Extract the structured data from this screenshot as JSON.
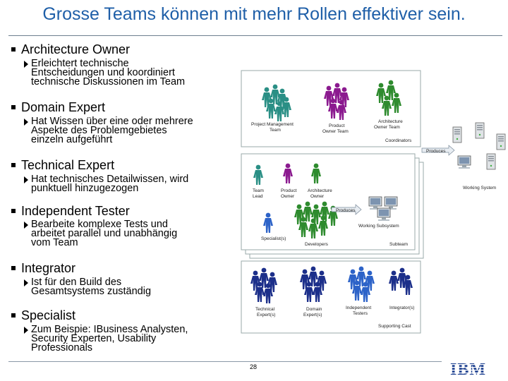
{
  "slide": {
    "title": "Grosse Teams können mit mehr Rollen effektiver sein.",
    "page_number": "28",
    "logo_text": "IBM"
  },
  "roles": [
    {
      "name": "Architecture Owner",
      "detail": "Erleichtert technische\nEntscheidungen und koordiniert\ntechnische Diskussionen im Team"
    },
    {
      "name": "Domain Expert",
      "detail": "Hat Wissen über eine oder mehrere\nAspekte des Problemgebietes\neinzeln aufgeführt"
    },
    {
      "name": "Technical Expert",
      "detail": "Hat technisches Detailwissen, wird\npunktuell hinzugezogen"
    },
    {
      "name": "Independent Tester",
      "detail": "Bearbeite komplexe Tests und\narbeitet parallel und unabhängig\nvom Team"
    },
    {
      "name": "Integrator",
      "detail": "Ist für den Build des\nGesamtsystems zuständig"
    },
    {
      "name": "Specialist",
      "detail": "Zum Beispie: IBusiness Analysten,\nSecurity Experten, Usability\nProfessionals"
    }
  ],
  "diagram": {
    "coordinators": {
      "groups": [
        "Project Management\nTeam",
        "Product\nOwner Team",
        "Architecture\nOwner Team"
      ],
      "box_label": "Coordinators"
    },
    "produces_top": "Produces",
    "working_system": "Working System",
    "subteam": {
      "members": [
        "Team\nLead",
        "Product\nOwner",
        "Architecture\nOwner"
      ],
      "specialists": "Specialist(s)",
      "developers": "Developers",
      "produces": "Produces",
      "working_subsystem": "Working Subsystem",
      "box_label": "Subteam"
    },
    "supporting_cast": {
      "members": [
        "Technical\nExpert(s)",
        "Domain\nExpert(s)",
        "Independent\nTesters",
        "Integrator(s)"
      ],
      "box_label": "Supporting Cast"
    }
  },
  "colors": {
    "title": "#1f5fa8",
    "teal": "#2a8f85",
    "purple": "#8b1a8f",
    "green": "#2e8b2e",
    "navy": "#1c2f8a",
    "blue": "#2d63c8"
  }
}
